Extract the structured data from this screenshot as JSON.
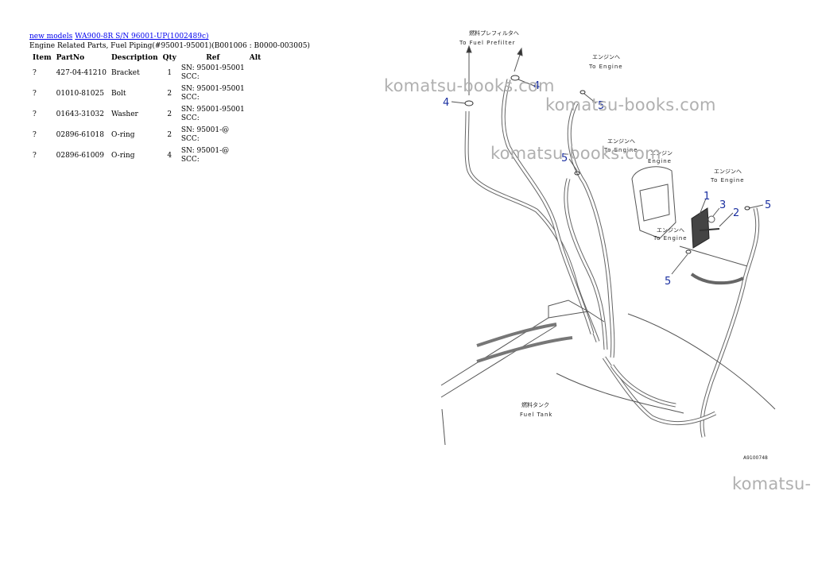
{
  "breadcrumb": {
    "link1": "new models",
    "link2": "WA900-8R S/N  96001-UP(1002489c)"
  },
  "subtitle": "Engine Related Parts, Fuel Piping(#95001-95001)(B001006 : B0000-003005)",
  "table": {
    "headers": [
      "Item",
      "PartNo",
      "Description",
      "Qty",
      "Ref",
      "Alt"
    ],
    "rows": [
      {
        "item": "?",
        "part_no": "427-04-41210",
        "description": "Bracket",
        "qty": "1",
        "ref1": "SN: 95001-95001",
        "ref2": "SCC:"
      },
      {
        "item": "?",
        "part_no": "01010-81025",
        "description": "Bolt",
        "qty": "2",
        "ref1": "SN: 95001-95001",
        "ref2": "SCC:"
      },
      {
        "item": "?",
        "part_no": "01643-31032",
        "description": "Washer",
        "qty": "2",
        "ref1": "SN: 95001-95001",
        "ref2": "SCC:"
      },
      {
        "item": "?",
        "part_no": "02896-61018",
        "description": "O-ring",
        "qty": "2",
        "ref1": "SN: 95001-@",
        "ref2": "SCC:"
      },
      {
        "item": "?",
        "part_no": "02896-61009",
        "description": "O-ring",
        "qty": "4",
        "ref1": "SN: 95001-@",
        "ref2": "SCC:"
      }
    ]
  },
  "diagram": {
    "label_prefilter_jp": "燃料プレフィルタへ",
    "label_prefilter_en": "To Fuel Prefilter",
    "label_engine_jp": "エンジンへ",
    "label_engine_en": "To Engine",
    "label_engine_short_jp": "エンジン",
    "label_engine_short_en": "Engine",
    "label_tank_jp": "燃料タンク",
    "label_tank_en": "Fuel Tank",
    "callouts": [
      "4",
      "4",
      "5",
      "5",
      "1",
      "3",
      "2",
      "5",
      "5"
    ],
    "drawing_code": "A9100748",
    "callout_color": "#1a2fa0"
  },
  "watermarks": [
    "komatsu-books.com",
    "komatsu-books.com",
    "komatsu-books.com",
    "komatsu-"
  ]
}
